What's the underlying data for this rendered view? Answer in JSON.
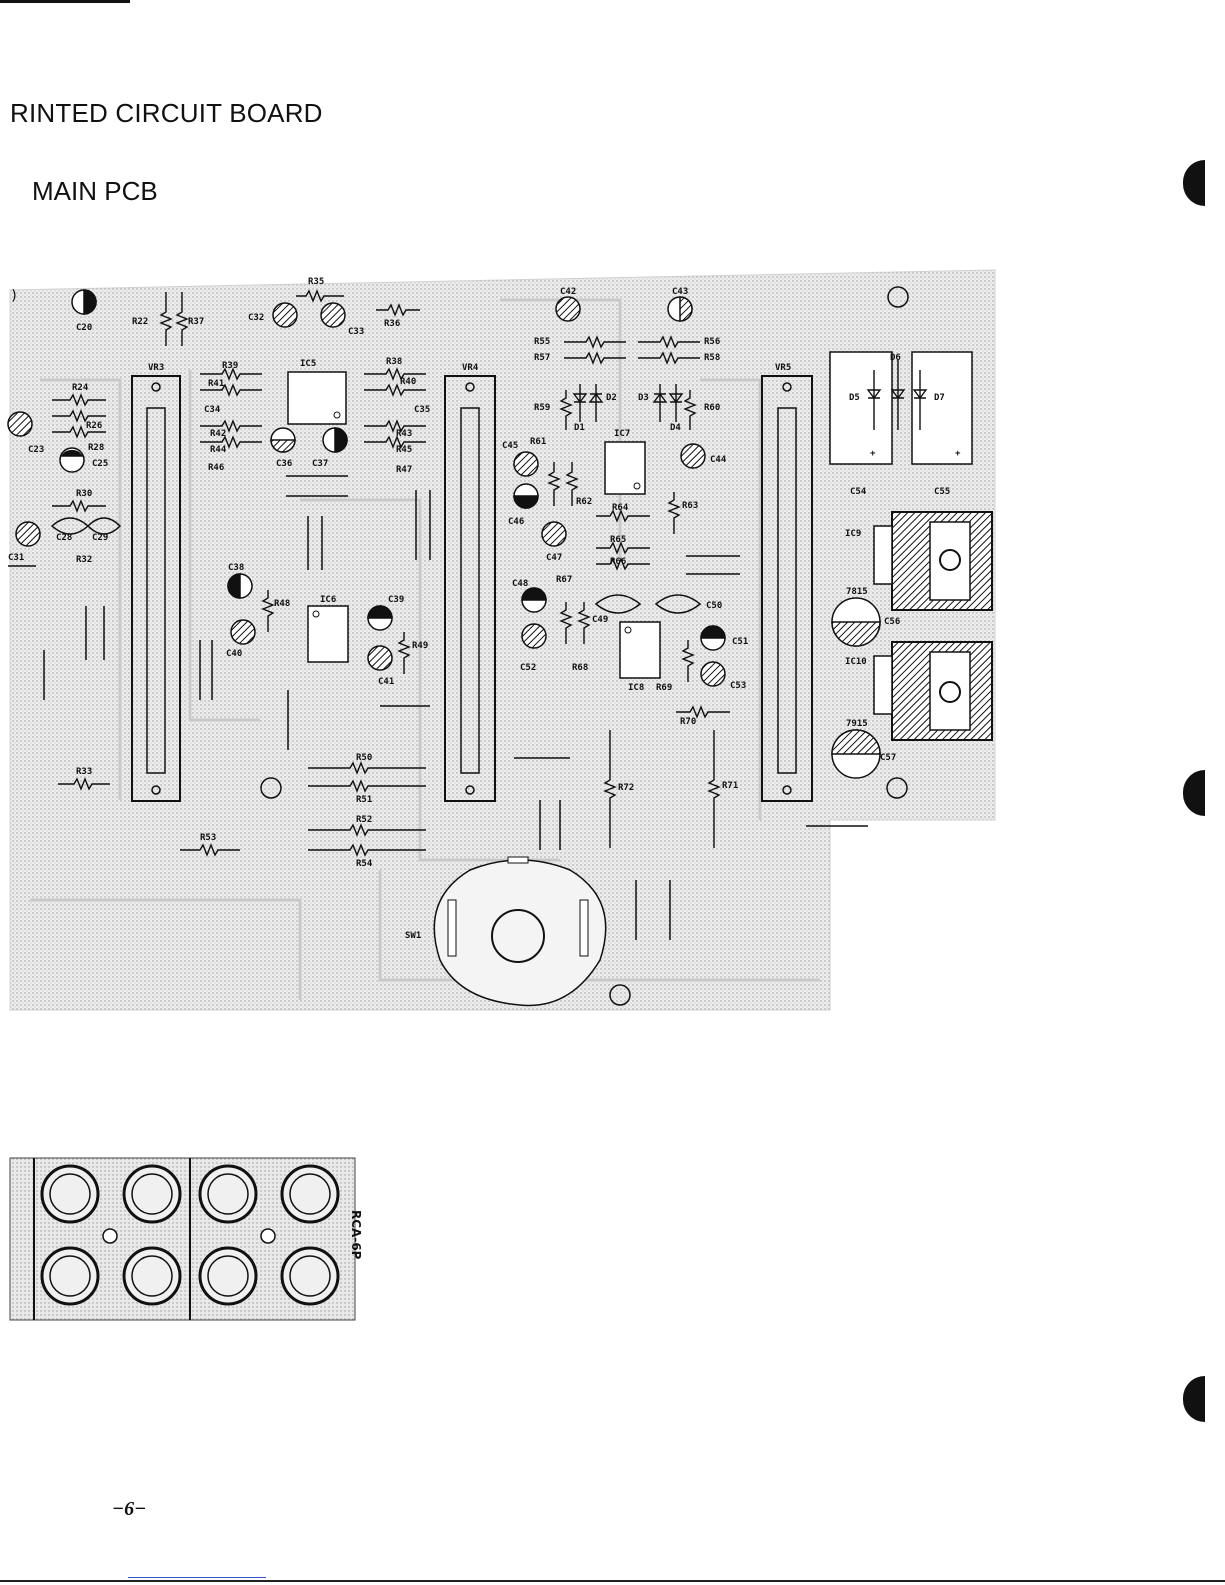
{
  "page": {
    "title": "RINTED CIRCUIT BOARD",
    "subtitle": "MAIN PCB",
    "page_number": "−6−",
    "connector_label": "RCA-6P"
  },
  "components": {
    "resistors": [
      "R22",
      "R37",
      "R35",
      "R36",
      "R24",
      "R26",
      "R28",
      "R30",
      "R32",
      "R33",
      "R39",
      "R41",
      "R42",
      "R44",
      "R46",
      "R38",
      "R40",
      "R43",
      "R45",
      "R47",
      "R48",
      "R49",
      "R50",
      "R51",
      "R52",
      "R53",
      "R54",
      "R55",
      "R56",
      "R57",
      "R58",
      "R59",
      "R60",
      "R61",
      "R62",
      "R63",
      "R64",
      "R65",
      "R66",
      "R67",
      "R68",
      "R69",
      "R70",
      "R71",
      "R72"
    ],
    "capacitors": [
      "C20",
      "C23",
      "C25",
      "C28",
      "C29",
      "C31",
      "C32",
      "C33",
      "C34",
      "C35",
      "C36",
      "C37",
      "C38",
      "C39",
      "C40",
      "C41",
      "C42",
      "C43",
      "C44",
      "C45",
      "C46",
      "C47",
      "C48",
      "C49",
      "C50",
      "C51",
      "C52",
      "C53",
      "C54",
      "C55",
      "C56",
      "C57"
    ],
    "ics": [
      "IC5",
      "IC6",
      "IC7",
      "IC8",
      "IC9",
      "IC10"
    ],
    "regulators": [
      "7815",
      "7915"
    ],
    "diodes": [
      "D1",
      "D2",
      "D3",
      "D4",
      "D5",
      "D6",
      "D7"
    ],
    "pots": [
      "VR3",
      "VR4",
      "VR5"
    ],
    "switch": "SW1",
    "polarity": [
      "+",
      "+"
    ]
  },
  "colors": {
    "ink": "#111111",
    "board": "#e6e6e6",
    "link": "#3355cc"
  }
}
